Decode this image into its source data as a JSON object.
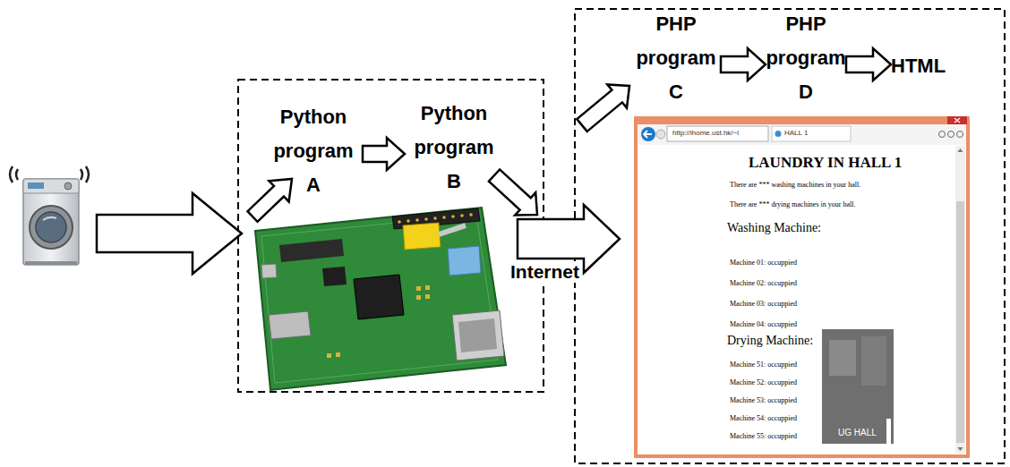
{
  "diagram": {
    "nodes": [
      {
        "text": [
          "Python program",
          "A"
        ]
      },
      {
        "text": [
          "Python program",
          "B"
        ]
      },
      {
        "text": [
          "PHP program",
          "C"
        ]
      },
      {
        "text": [
          "PHP program",
          "D"
        ]
      },
      {
        "text": [
          "HTML"
        ]
      }
    ],
    "edges": [
      {
        "from": 0,
        "to": 1,
        "arrow": "to"
      },
      {
        "from": 1,
        "to": 2,
        "arrow": "to",
        "label": "Internet"
      },
      {
        "from": 2,
        "to": 3,
        "arrow": "to"
      },
      {
        "from": 3,
        "to": 4,
        "arrow": "to"
      }
    ],
    "labels": [
      "http://ihome.ust.hk/~l",
      "HALL 1",
      "LAUNDRY IN HALL 1",
      "There are *** washing machines in your hall.",
      "There are *** drying machines in your hall.",
      "Washing Machine:",
      "Machine 01: occuppied",
      "Machine 02: occuppied",
      "Machine 03: occuppied",
      "Machine 04: occuppied",
      "Drying Machine:",
      "Machine 51: occuppied",
      "Machine 52: occuppied",
      "Machine 53: occuppied",
      "Machine 54: occuppied",
      "Machine 55: occuppied",
      "UG HALL"
    ]
  }
}
